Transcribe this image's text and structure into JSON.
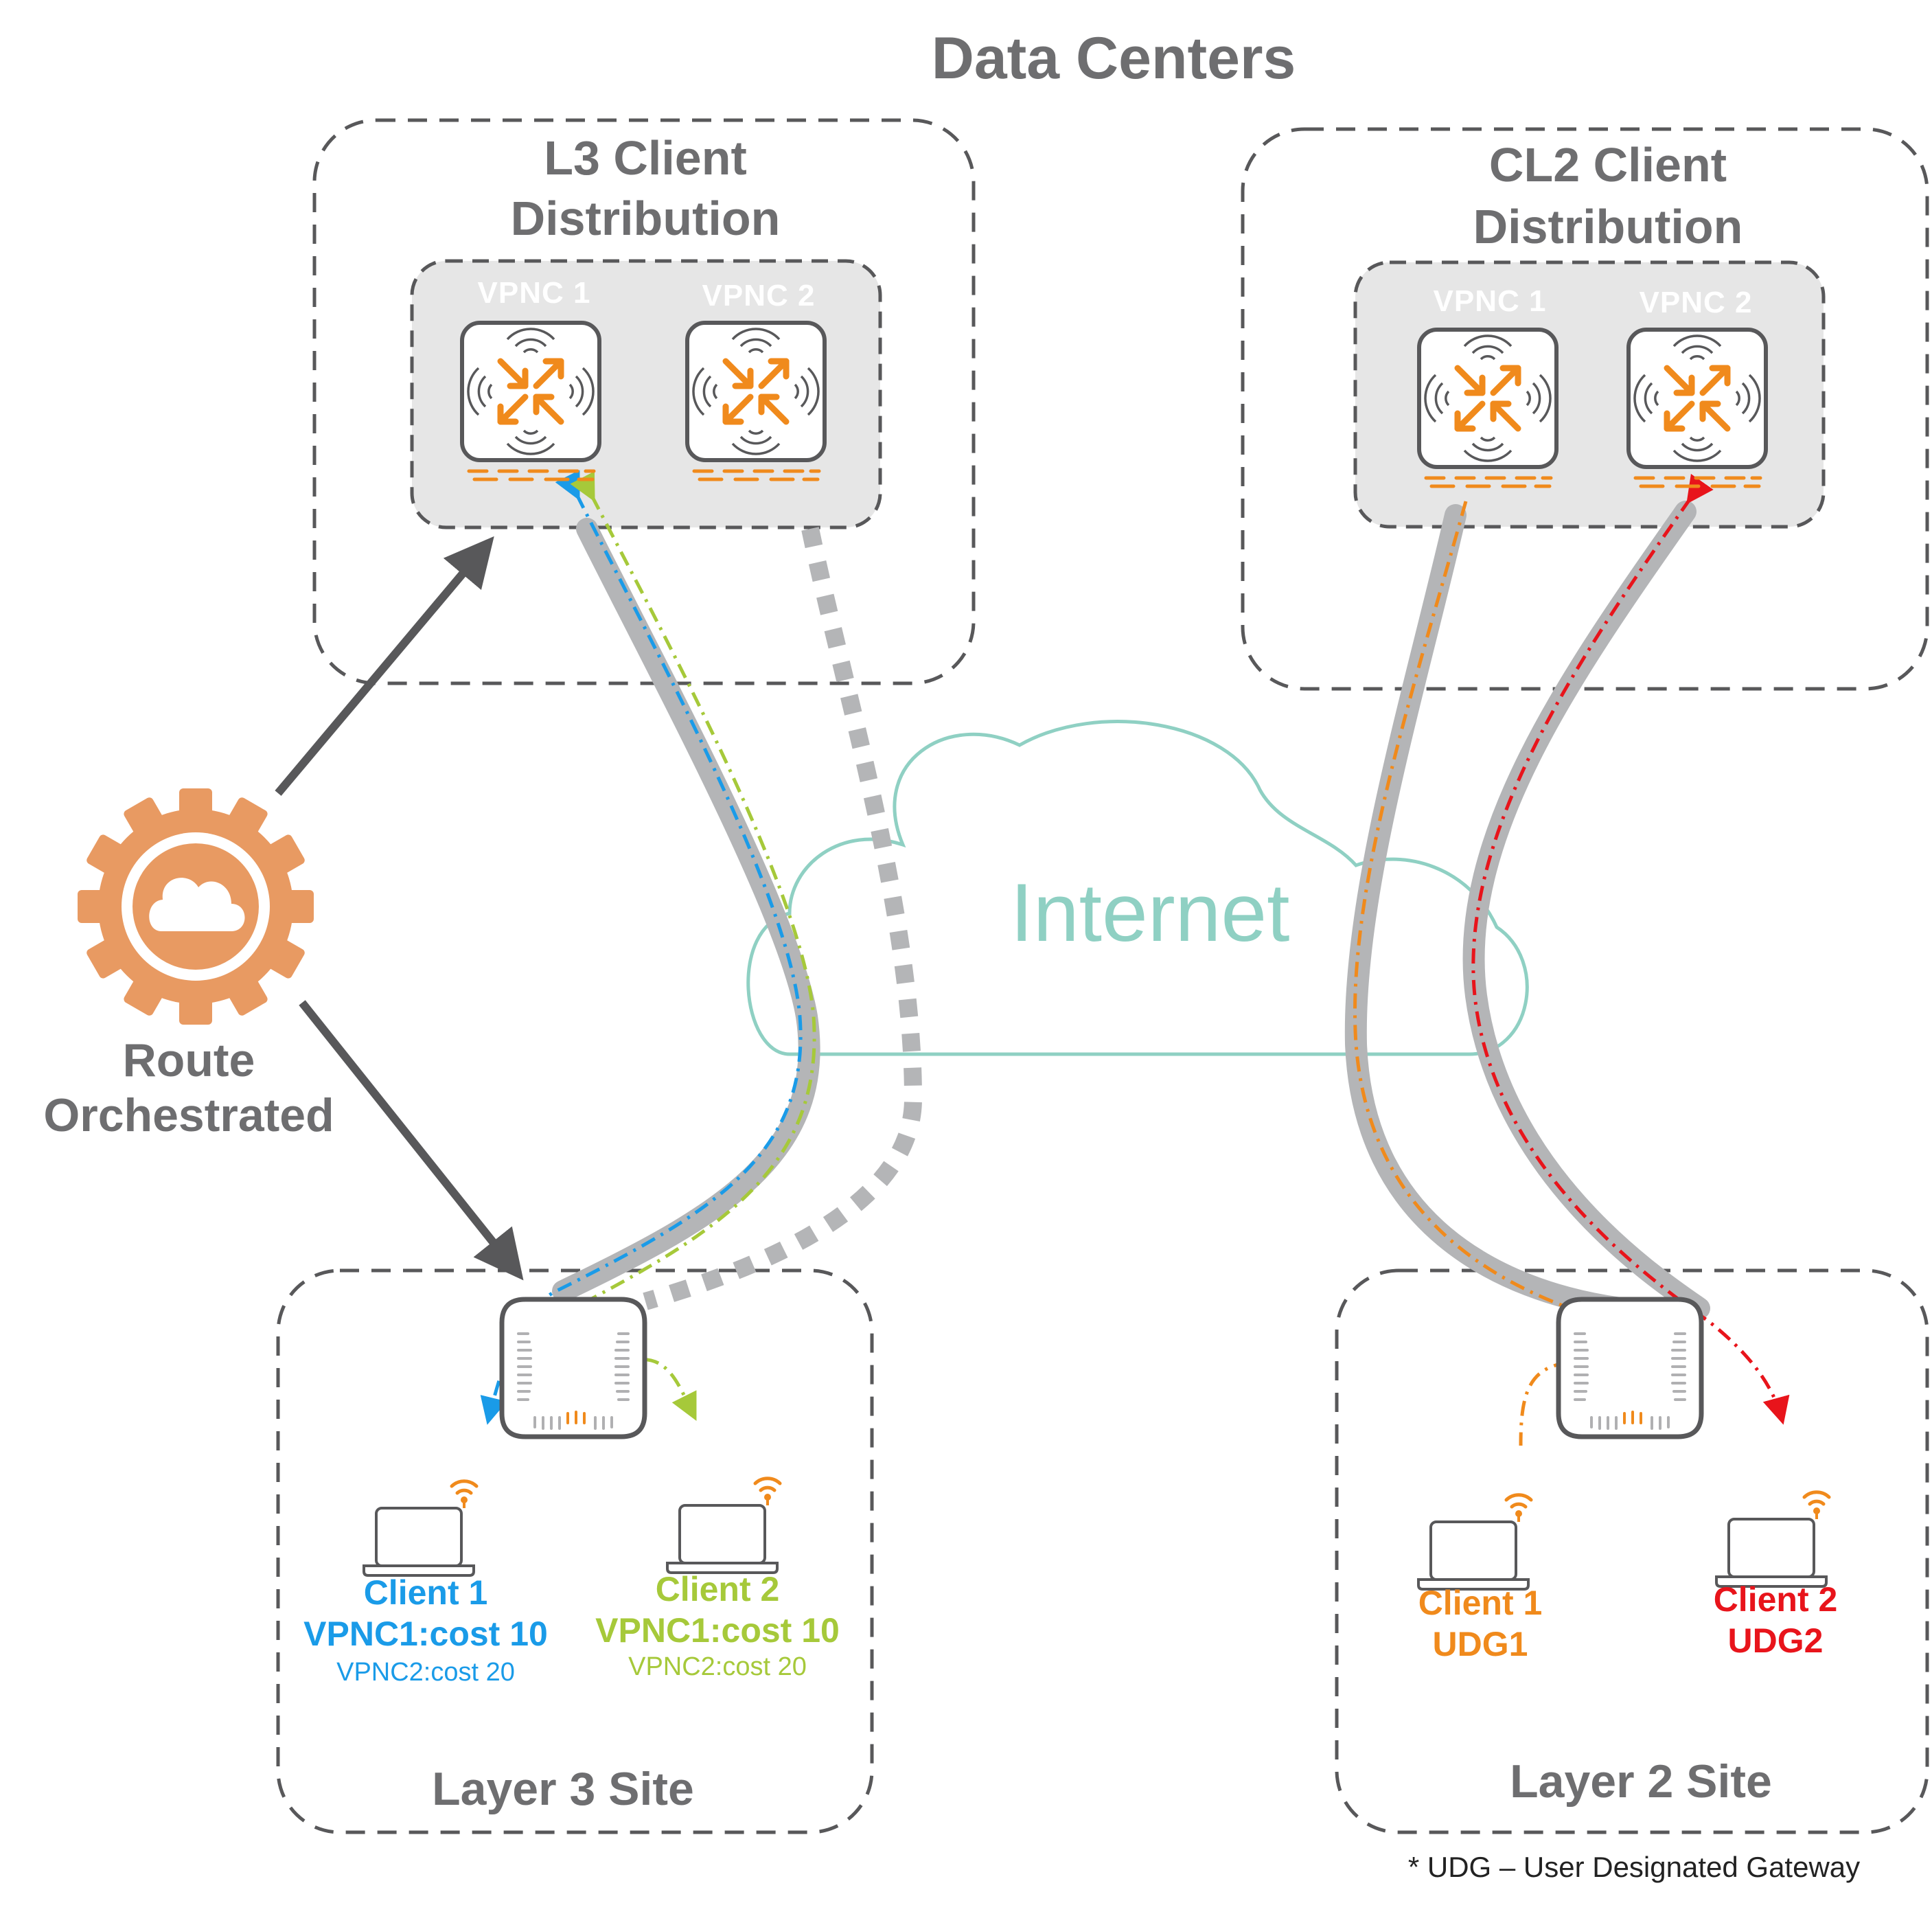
{
  "title": "Data Centers",
  "internet_label": "Internet",
  "orchestrator": {
    "label_line1": "Route",
    "label_line2": "Orchestrated",
    "icon": "gear-cloud-icon"
  },
  "l3_dc": {
    "title_line1": "L3 Client",
    "title_line2": "Distribution",
    "vpnc1": "VPNC 1",
    "vpnc2": "VPNC 2"
  },
  "cl2_dc": {
    "title_line1": "CL2 Client",
    "title_line2": "Distribution",
    "vpnc1": "VPNC 1",
    "vpnc2": "VPNC 2"
  },
  "l3_site": {
    "title": "Layer 3 Site",
    "client1": {
      "name": "Client 1",
      "primary": "VPNC1:cost 10",
      "secondary": "VPNC2:cost 20"
    },
    "client2": {
      "name": "Client 2",
      "primary": "VPNC1:cost 10",
      "secondary": "VPNC2:cost 20"
    }
  },
  "l2_site": {
    "title": "Layer 2 Site",
    "client1": {
      "name": "Client 1",
      "gateway": "UDG1"
    },
    "client2": {
      "name": "Client 2",
      "gateway": "UDG2"
    }
  },
  "footnote": "* UDG – User Designated Gateway",
  "colors": {
    "gray_text": "#6e6e70",
    "dashed_border": "#58585a",
    "internet": "#8fd0c3",
    "orange": "#f08a1c",
    "blue": "#1a9be8",
    "lime": "#a6c93a",
    "red": "#e8141b",
    "tunnel": "#b4b5b7",
    "gear": "#e89a62"
  }
}
